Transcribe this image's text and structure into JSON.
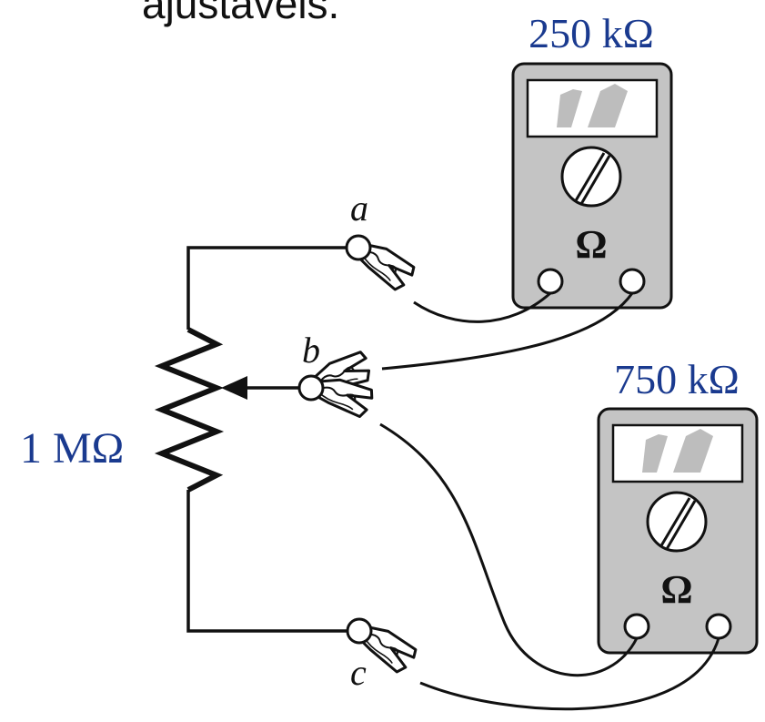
{
  "caption_fragment": "ajustáveis.",
  "potentiometer": {
    "value_label": "1 MΩ"
  },
  "terminals": {
    "a": "a",
    "b": "b",
    "c": "c"
  },
  "meters": [
    {
      "reading": "250 kΩ",
      "symbol": "Ω"
    },
    {
      "reading": "750 kΩ",
      "symbol": "Ω"
    }
  ],
  "colors": {
    "label_blue": "#1a3a8f",
    "meter_body": "#c4c4c4",
    "wire": "#111111",
    "needle": "#bdbdbd"
  }
}
